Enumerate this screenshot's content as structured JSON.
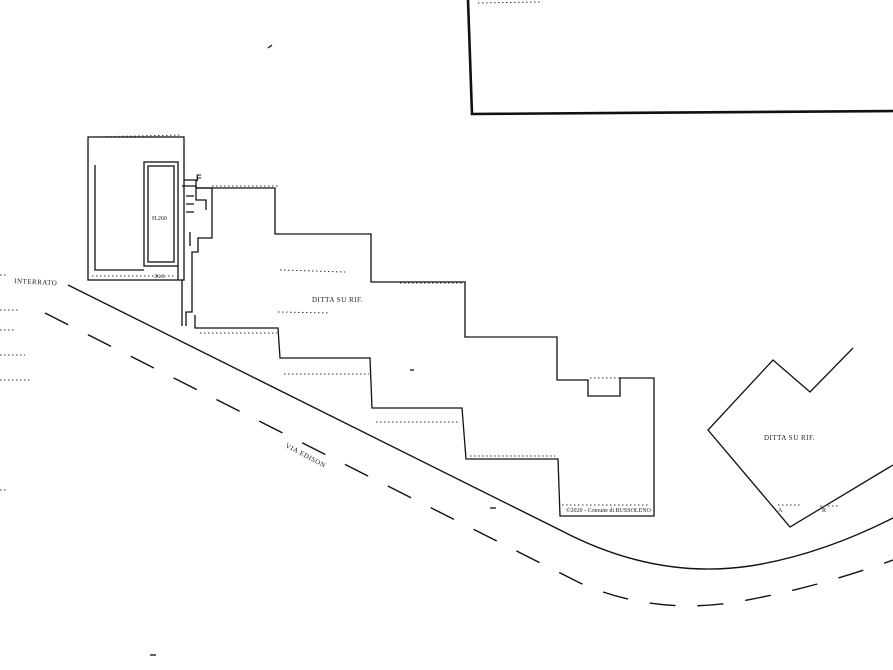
{
  "labels": {
    "interrato": "INTERRATO",
    "room_height": "H.260",
    "measure": "36.6",
    "door_mark": "F",
    "other_property_1": "DITTA  SU  RIF.",
    "street": "VIA   EDISON",
    "credit": "©2020 - Comune di BUSSOLENO",
    "other_property_2": "DITTA  SU  RIF.",
    "mark_a": "A",
    "mark_b": "R"
  }
}
